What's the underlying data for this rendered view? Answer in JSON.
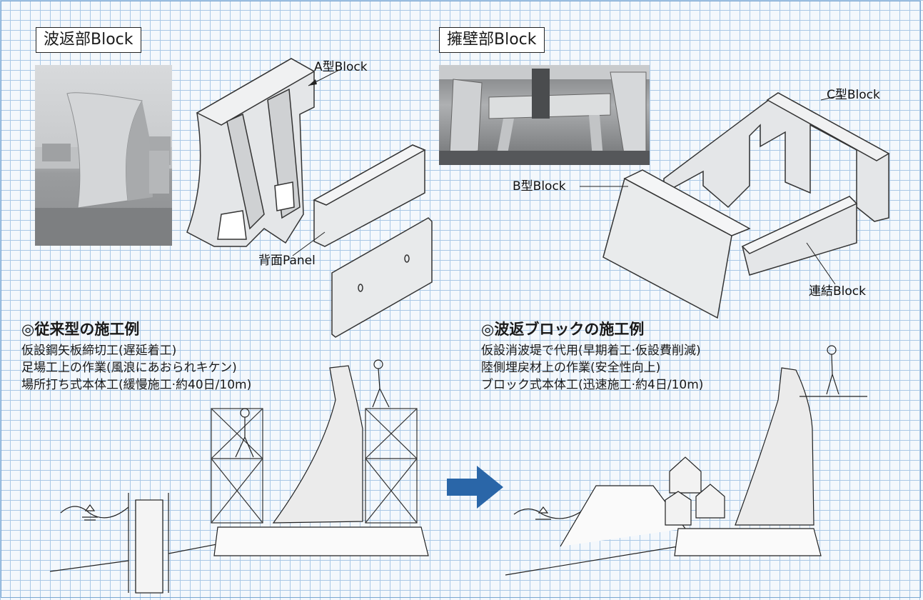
{
  "wave_section": {
    "title": "波返部Block",
    "label_a_block": "A型Block",
    "label_back_panel": "背面Panel"
  },
  "retaining_section": {
    "title": "擁壁部Block",
    "label_c_block": "C型Block",
    "label_b_block": "B型Block",
    "label_link_block": "連結Block"
  },
  "conventional": {
    "heading": "◎従来型の施工例",
    "lines": [
      "仮設鋼矢板締切工(遅延着工)",
      "足場工上の作業(風浪にあおられキケン)",
      "場所打ち式本体工(緩慢施工·約40日/10m)"
    ]
  },
  "wave_block": {
    "heading": "◎波返ブロックの施工例",
    "lines": [
      "仮設消波堤で代用(早期着工·仮設費削減)",
      "陸側埋戻材上の作業(安全性向上)",
      "ブロック式本体工(迅速施工·約4日/10m)"
    ]
  },
  "colors": {
    "grid": "#a9c8e6",
    "background": "#f4f8fc",
    "arrow": "#2a66a8",
    "block_fill": "#e4e6e8"
  },
  "icons": {
    "arrow": "right-arrow-icon"
  }
}
